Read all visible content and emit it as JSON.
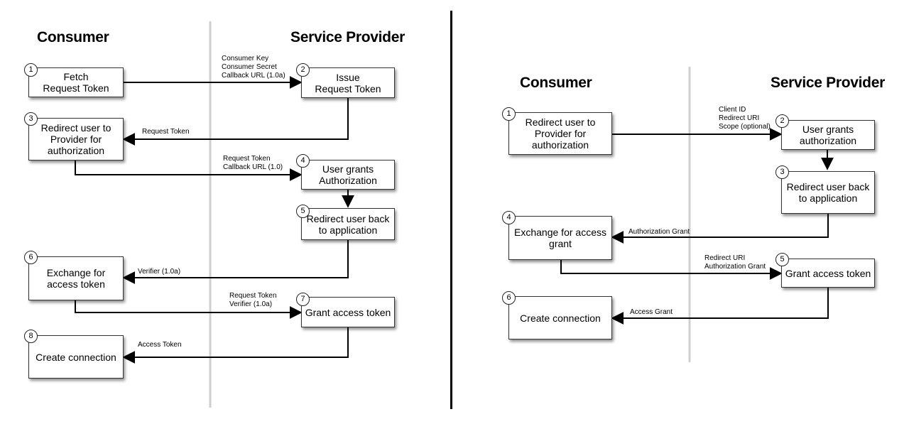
{
  "left_diagram": {
    "consumer_heading": "Consumer",
    "provider_heading": "Service Provider",
    "steps": [
      {
        "n": "1",
        "text": "Fetch\nRequest Token"
      },
      {
        "n": "2",
        "text": "Issue\nRequest Token"
      },
      {
        "n": "3",
        "text": "Redirect user to\nProvider for\nauthorization"
      },
      {
        "n": "4",
        "text": "User grants\nAuthorization"
      },
      {
        "n": "5",
        "text": "Redirect user back\nto application"
      },
      {
        "n": "6",
        "text": "Exchange for\naccess token"
      },
      {
        "n": "7",
        "text": "Grant access token"
      },
      {
        "n": "8",
        "text": "Create connection"
      }
    ],
    "labels": [
      "Consumer Key\nConsumer Secret\nCallback URL (1.0a)",
      "Request Token",
      "Request Token\nCallback URL (1.0)",
      "Verifier (1.0a)",
      "Request Token\nVerifier (1.0a)",
      "Access Token"
    ]
  },
  "right_diagram": {
    "consumer_heading": "Consumer",
    "provider_heading": "Service Provider",
    "steps": [
      {
        "n": "1",
        "text": "Redirect user to\nProvider for\nauthorization"
      },
      {
        "n": "2",
        "text": "User grants\nauthorization"
      },
      {
        "n": "3",
        "text": "Redirect user back\nto application"
      },
      {
        "n": "4",
        "text": "Exchange for access\ngrant"
      },
      {
        "n": "5",
        "text": "Grant access token"
      },
      {
        "n": "6",
        "text": "Create connection"
      }
    ],
    "labels": [
      "Client ID\nRedirect URI\nScope (optional)",
      "Authorization Grant",
      "Redirect URI\nAuthorization Grant",
      "Access Grant"
    ]
  }
}
